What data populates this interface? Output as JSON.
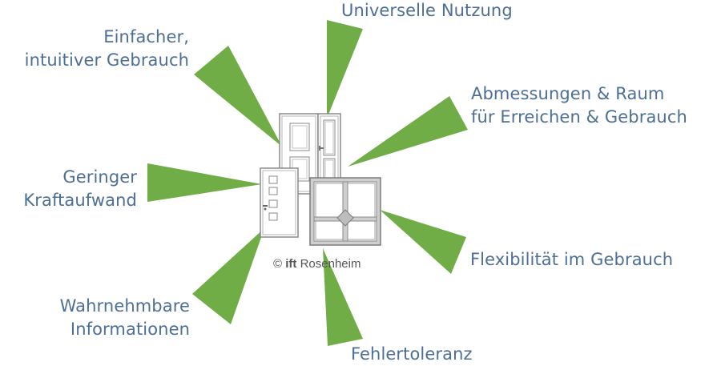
{
  "labels": {
    "universal": "Universelle Nutzung",
    "simple_line1": "Einfacher,",
    "simple_line2": "intuitiver Gebrauch",
    "dimensions_line1": "Abmessungen & Raum",
    "dimensions_line2": "für Erreichen & Gebrauch",
    "force_line1": "Geringer",
    "force_line2": "Kraftaufwand",
    "flexibility": "Flexibilität im Gebrauch",
    "perceptible_line1": "Wahrnehmbare",
    "perceptible_line2": "Informationen",
    "tolerance": "Fehlertoleranz"
  },
  "copyright": {
    "symbol": "©",
    "brand": "ift",
    "name": "Rosenheim"
  },
  "colors": {
    "ray_green": "#70ad47",
    "label_blue": "#4d6e96",
    "outline_gray": "#8a8a8a",
    "frame_gray": "#b0b0b0"
  }
}
